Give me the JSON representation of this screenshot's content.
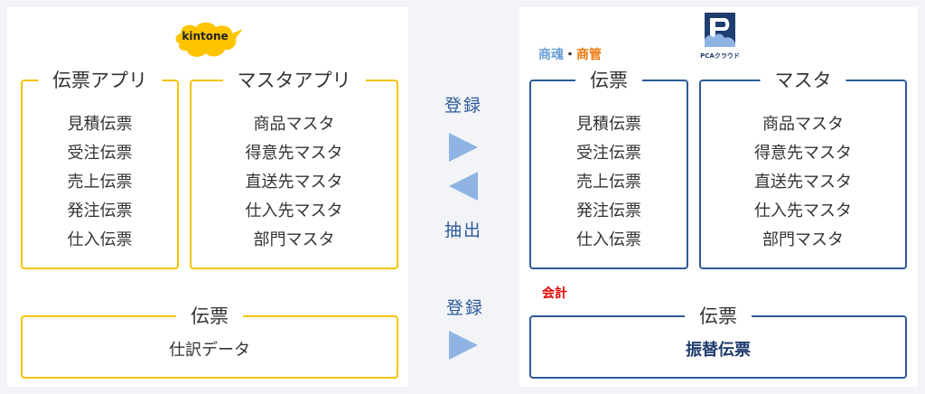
{
  "kintone": {
    "logo_text": "kintone",
    "voucher_app": {
      "title": "伝票アプリ",
      "items": [
        "見積伝票",
        "受注伝票",
        "売上伝票",
        "発注伝票",
        "仕入伝票"
      ]
    },
    "master_app": {
      "title": "マスタアプリ",
      "items": [
        "商品マスタ",
        "得意先マスタ",
        "直送先マスタ",
        "仕入先マスタ",
        "部門マスタ"
      ]
    },
    "journal": {
      "title": "伝票",
      "item": "仕訳データ"
    }
  },
  "pca": {
    "logo_text": "PCAクラウド",
    "product_label": {
      "part1": "商魂",
      "separator": "・",
      "part2": "商管"
    },
    "voucher": {
      "title": "伝票",
      "items": [
        "見積伝票",
        "受注伝票",
        "売上伝票",
        "発注伝票",
        "仕入伝票"
      ]
    },
    "master": {
      "title": "マスタ",
      "items": [
        "商品マスタ",
        "得意先マスタ",
        "直送先マスタ",
        "仕入先マスタ",
        "部門マスタ"
      ]
    },
    "accounting_label": "会計",
    "journal": {
      "title": "伝票",
      "item": "振替伝票"
    }
  },
  "middle": {
    "register_top": "登録",
    "extract": "抽出",
    "register_bottom": "登録"
  },
  "colors": {
    "kintone_border": "#f5c400",
    "pca_border": "#2d5a98",
    "arrow": "#8fb4e3",
    "accounting": "#e00000",
    "product_part1": "#6aa0d8",
    "product_part2": "#f07a10"
  }
}
